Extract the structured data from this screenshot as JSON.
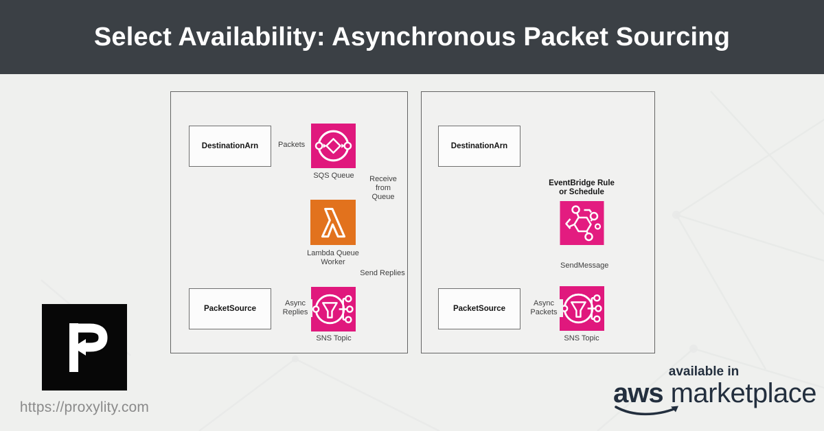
{
  "header": {
    "title": "Select Availability: Asynchronous Packet Sourcing"
  },
  "colors": {
    "banner": "#3b4045",
    "background": "#eff0ee",
    "panel_fill": "#f1f1f0",
    "aws_pink": "#e0187d",
    "aws_orange": "#e2721d",
    "aws_navy": "#232f3e",
    "connector_gray": "#565656"
  },
  "icons": {
    "sqs": "sqs-queue-icon",
    "lambda": "lambda-icon",
    "sns_left": "sns-topic-icon",
    "sns_right": "sns-topic-icon",
    "eventbridge": "eventbridge-icon",
    "proxylity": "proxylity-p-logo",
    "aws_smile": "aws-smile-arrow-icon"
  },
  "diagrams": {
    "left": {
      "destination_box": "DestinationArn",
      "packet_source_box": "PacketSource",
      "sqs_caption": "SQS Queue",
      "lambda_caption_line1": "Lambda Queue",
      "lambda_caption_line2": "Worker",
      "sns_caption": "SNS Topic",
      "edge_packets": "Packets",
      "edge_receive_line1": "Receive from",
      "edge_receive_line2": "Queue",
      "edge_send_replies": "Send Replies",
      "edge_async_line1": "Async",
      "edge_async_line2": "Replies"
    },
    "right": {
      "destination_box": "DestinationArn",
      "packet_source_box": "PacketSource",
      "eventbridge_caption_line1": "EventBridge Rule",
      "eventbridge_caption_line2": "or Schedule",
      "sns_caption": "SNS Topic",
      "edge_sendmessage": "SendMessage",
      "edge_async_line1": "Async",
      "edge_async_line2": "Packets"
    }
  },
  "footer": {
    "url": "https://proxylity.com",
    "marketplace_available": "available in",
    "marketplace_aws": "aws",
    "marketplace_name": "marketplace"
  }
}
